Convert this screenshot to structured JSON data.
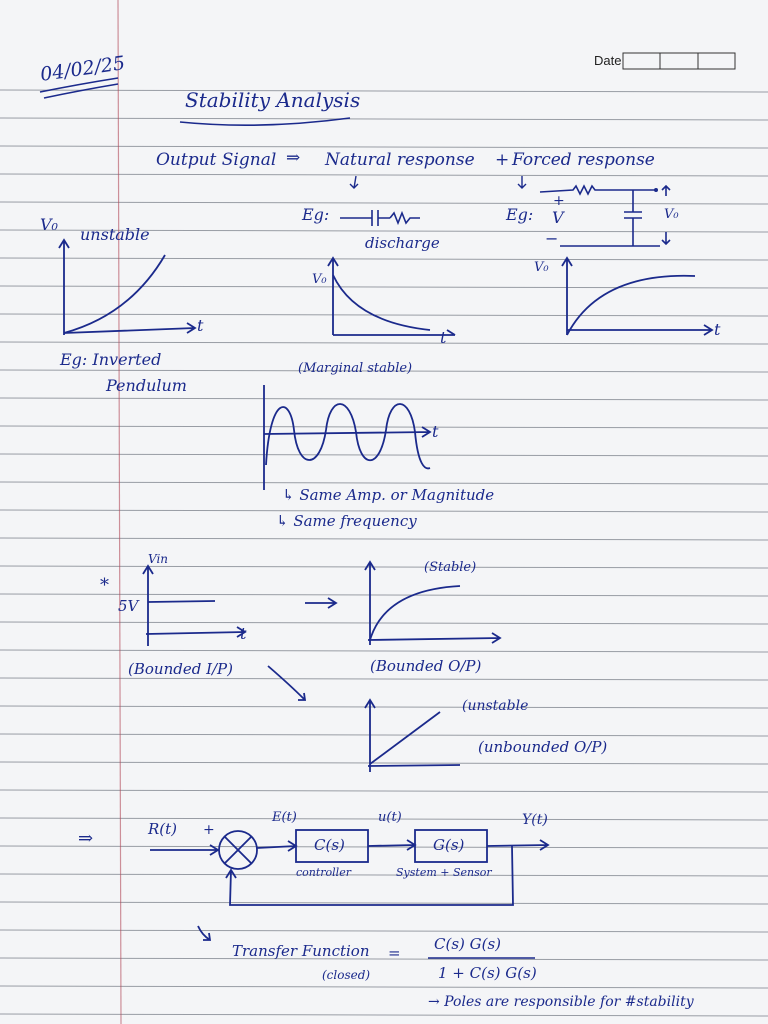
{
  "header": {
    "date_label": "Date",
    "handwritten_date": "04/02/25"
  },
  "title": "Stability Analysis",
  "equation": {
    "lhs": "Output Signal",
    "arrow": "⇒",
    "term1": "Natural response",
    "plus": "+",
    "term2": "Forced response"
  },
  "examples": {
    "eg1_label": "Eg:",
    "eg1_graph_y": "V₀",
    "eg1_curve_label": "unstable",
    "eg1_caption_1": "Eg: Inverted",
    "eg1_caption_2": "Pendulum",
    "eg2_label": "Eg:",
    "eg2_circuit_label": "discharge",
    "eg2_graph_y": "V₀",
    "eg3_label": "Eg:",
    "eg3_plus": "+",
    "eg3_v": "V",
    "eg3_minus": "−",
    "eg3_vo": "V₀",
    "eg3_graph_y": "V₀",
    "axis_t": "t"
  },
  "marginal": {
    "caption": "(Marginal stable)",
    "axis_t": "t",
    "note1": "↳ Same Amp. or Magnitude",
    "note2": "↳ Same frequency"
  },
  "bibo": {
    "star": "*",
    "vin_label": "Vin",
    "input_level": "5V",
    "axis_t": "t",
    "input_caption": "(Bounded I/P)",
    "stable_label": "(Stable)",
    "stable_caption": "(Bounded O/P)",
    "unstable_label": "(unstable",
    "unstable_caption": "(unbounded O/P)"
  },
  "block_diagram": {
    "arrow_mark": "⇒",
    "input": "R(t)",
    "plus": "+",
    "error": "E(t)",
    "control": "u(t)",
    "controller_block": "C(s)",
    "plant_block": "G(s)",
    "output": "Y(t)",
    "controller_caption": "controller",
    "plant_caption": "System + Sensor",
    "tf_label": "Transfer Function",
    "tf_closed": "(closed)",
    "tf_equals": "=",
    "tf_numerator": "C(s) G(s)",
    "tf_denominator": "1 + C(s) G(s)",
    "poles_note": "→ Poles are responsible for #stability"
  },
  "colors": {
    "ink": "#1b2a8c",
    "paper": "#f4f5f7",
    "rule": "#4d5561",
    "margin": "#b24a5a"
  }
}
